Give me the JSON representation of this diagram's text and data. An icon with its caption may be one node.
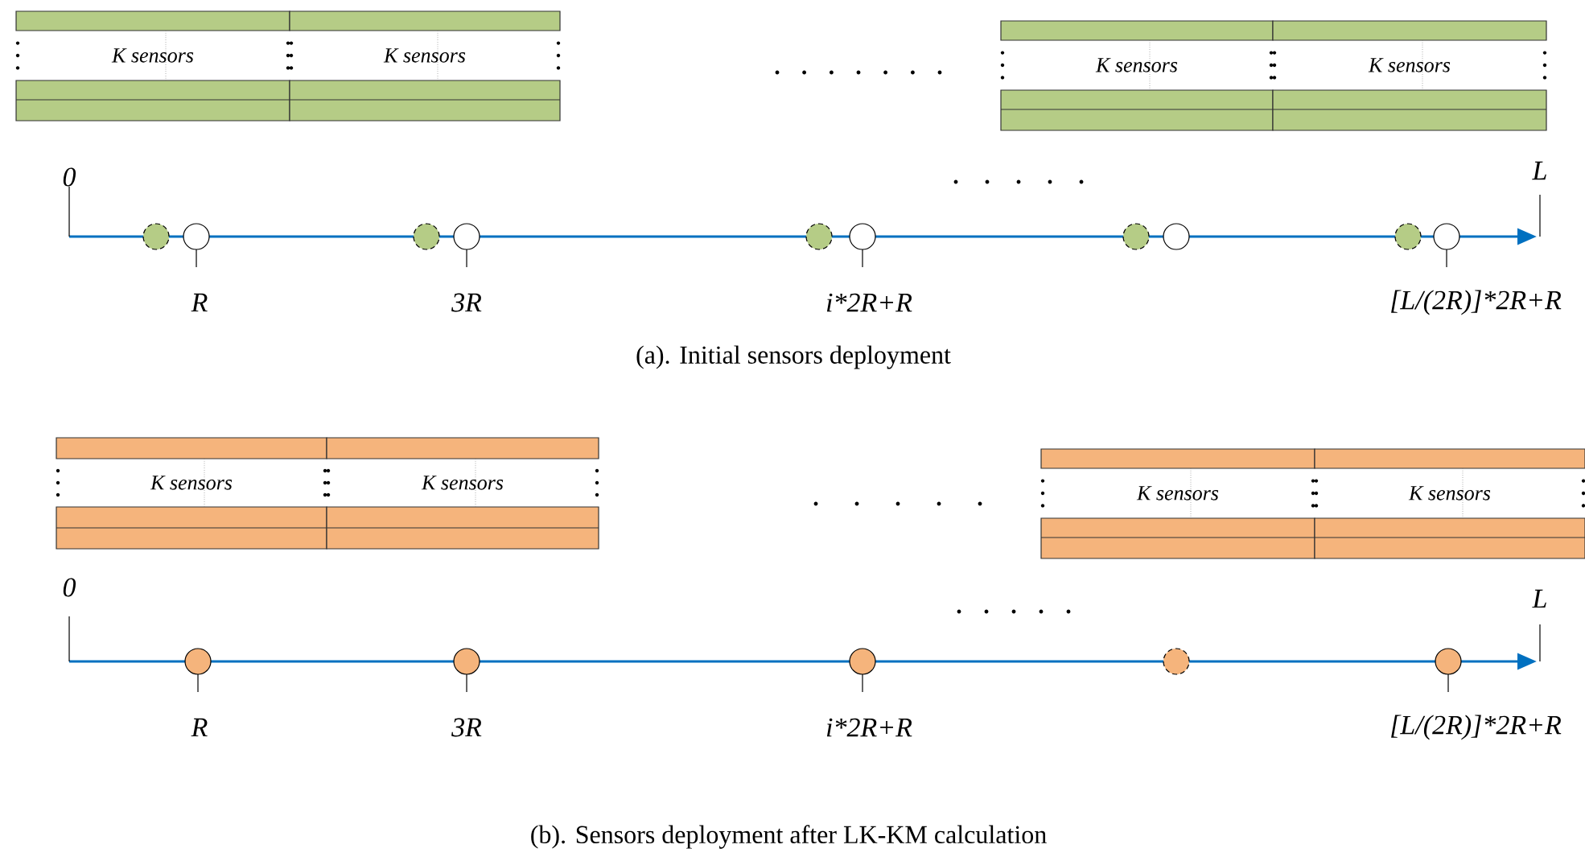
{
  "diagram": {
    "nodes": [
      {
        "text": [
          "K sensors"
        ]
      },
      {
        "text": [
          "K sensors"
        ]
      },
      {
        "text": [
          "K sensors"
        ]
      },
      {
        "text": [
          "K sensors"
        ]
      },
      {
        "text": [],
        "shape": "circle"
      },
      {
        "text": [],
        "shape": "circle",
        "beside": [
          "R"
        ]
      },
      {
        "text": [],
        "shape": "circle"
      },
      {
        "text": [],
        "shape": "circle",
        "beside": [
          "3R"
        ]
      },
      {
        "text": [],
        "shape": "circle"
      },
      {
        "text": [],
        "shape": "circle",
        "beside": [
          "i*2R+R"
        ]
      },
      {
        "text": [],
        "shape": "circle"
      },
      {
        "text": [],
        "shape": "circle"
      },
      {
        "text": [],
        "shape": "circle"
      },
      {
        "text": [],
        "shape": "circle",
        "beside": [
          "[L/(2R)]*2R+R"
        ]
      },
      {
        "text": [
          "K sensors"
        ]
      },
      {
        "text": [
          "K sensors"
        ]
      },
      {
        "text": [
          "K sensors"
        ]
      },
      {
        "text": [
          "K sensors"
        ]
      },
      {
        "text": [],
        "shape": "circle",
        "beside": [
          "R"
        ]
      },
      {
        "text": [],
        "shape": "circle",
        "beside": [
          "3R"
        ]
      },
      {
        "text": [],
        "shape": "circle",
        "beside": [
          "i*2R+R"
        ]
      },
      {
        "text": [],
        "shape": "circle"
      },
      {
        "text": [],
        "shape": "circle",
        "beside": [
          "[L/(2R)]*2R+R"
        ]
      }
    ],
    "labels": [
      "0",
      "L",
      "(a). Initial sensors deployment",
      "0",
      "L",
      "(b). Sensors deployment after LK-KM calculation"
    ]
  }
}
